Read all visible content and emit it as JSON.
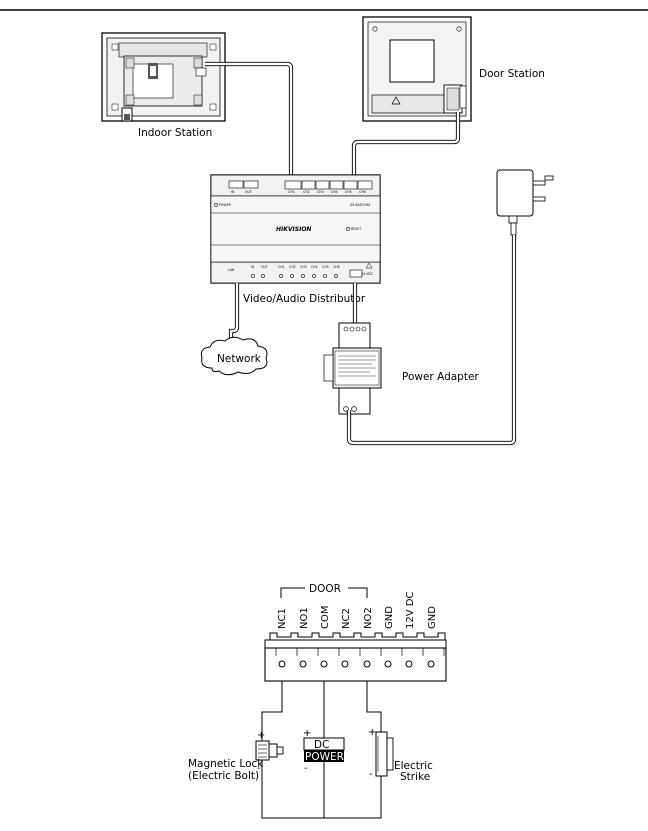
{
  "wiring_diagram": {
    "labels": {
      "indoor_station": "Indoor Station",
      "door_station": "Door Station",
      "distributor": "Video/Audio Distributor",
      "network": "Network",
      "power_adapter": "Power Adapter"
    },
    "distributor_panel": {
      "brand": "HIKVISION",
      "model": "DS-KAD7060",
      "power": "POWER",
      "reset": "RESET",
      "lan": "LAN",
      "in": "IN",
      "out": "OUT",
      "dc": "24 VDC",
      "top_channels": [
        "CH1",
        "CH2",
        "CH3",
        "CH4",
        "CH5",
        "CH6"
      ],
      "bottom_channels": [
        "CH1",
        "CH2",
        "CH3",
        "CH4",
        "CH5",
        "CH6"
      ]
    }
  },
  "lock_diagram": {
    "door_group_label": "DOOR",
    "terminals": [
      "NC1",
      "NO1",
      "COM",
      "NC2",
      "NO2",
      "GND",
      "12V DC",
      "GND"
    ],
    "dc_label": "DC",
    "power_label": "POWER",
    "magnetic_lock_line1": "Magnetic Lock",
    "magnetic_lock_line2": "(Electric Bolt)",
    "electric_strike_line1": "Electric",
    "electric_strike_line2": "Strike",
    "plus": "+",
    "minus": "-"
  }
}
